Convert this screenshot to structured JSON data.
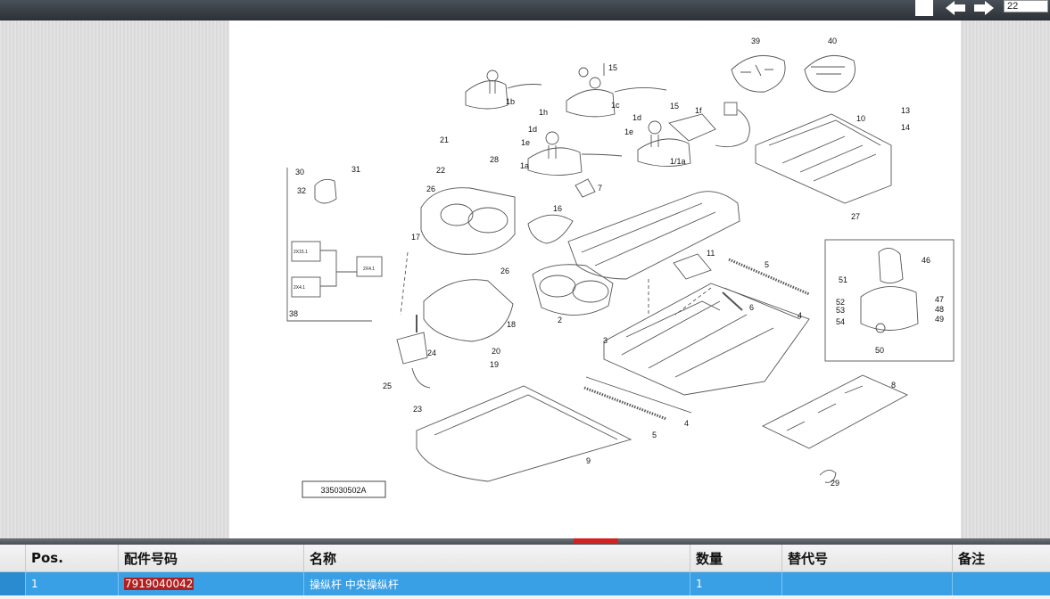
{
  "toolbar": {
    "page_number": "22",
    "icons": [
      "page-icon",
      "arrow-left-icon",
      "arrow-right-icon"
    ]
  },
  "drawing": {
    "drawing_number": "335030502A",
    "callouts": [
      "39",
      "40",
      "1b",
      "15",
      "1h",
      "1c",
      "15",
      "1f",
      "10",
      "13",
      "14",
      "1d",
      "1e",
      "1a",
      "1d",
      "1e",
      "1/1a",
      "21",
      "22",
      "28",
      "7",
      "30",
      "31",
      "32",
      "26",
      "16",
      "27",
      "17",
      "2X15.1",
      "2X4.1",
      "2X4.1",
      "11",
      "5",
      "26",
      "46",
      "51",
      "52",
      "53",
      "54",
      "47",
      "48",
      "49",
      "50",
      "38",
      "2",
      "6",
      "4",
      "18",
      "3",
      "20",
      "19",
      "24",
      "25",
      "23",
      "8",
      "5",
      "4",
      "9",
      "29"
    ]
  },
  "table": {
    "headers": {
      "pos": "Pos.",
      "part_number": "配件号码",
      "name": "名称",
      "quantity": "数量",
      "replacement": "替代号",
      "remark": "备注"
    },
    "rows": [
      {
        "pos": "1",
        "part_number": "7919040042",
        "name": "操纵杆 中央操纵杆",
        "quantity": "1",
        "replacement": "",
        "remark": ""
      }
    ]
  },
  "colors": {
    "toolbar_bg": "#2c3137",
    "selected_row": "#3aa0e6",
    "part_highlight": "#b02020",
    "splitter_grip": "#d42020"
  }
}
